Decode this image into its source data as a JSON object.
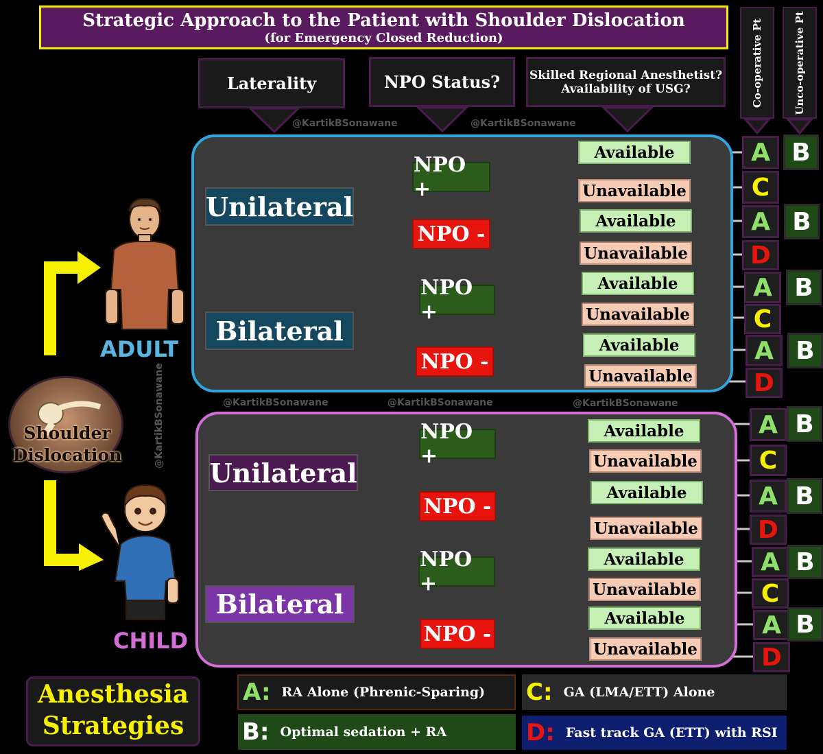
{
  "title": "Strategic Approach to the Patient with Shoulder Dislocation",
  "subtitle": "(for Emergency Closed Reduction)",
  "headers": {
    "laterality": "Laterality",
    "npo": "NPO Status?",
    "regional_line1": "Skilled Regional Anesthetist?",
    "regional_line2": "Availability of USG?",
    "cooperative": "Co-operative Pt",
    "uncooperative": "Unco-operative Pt"
  },
  "watermark": "@KartikBSonawane",
  "center_label_line1": "Shoulder",
  "center_label_line2": "Dislocation",
  "adult_label": "ADULT",
  "child_label": "CHILD",
  "adult": {
    "unilateral": "Unilateral",
    "bilateral": "Bilateral",
    "npo_plus": "NPO +",
    "npo_minus": "NPO -",
    "available": "Available",
    "unavailable": "Unavailable"
  },
  "child": {
    "unilateral": "Unilateral",
    "bilateral": "Bilateral",
    "npo_plus": "NPO +",
    "npo_minus": "NPO -",
    "available": "Available",
    "unavailable": "Unavailable"
  },
  "outcome_letters": {
    "A": "A",
    "B": "B",
    "C": "C",
    "D": "D"
  },
  "legend": {
    "title_line1": "Anesthesia",
    "title_line2": "Strategies",
    "A_key": "A:",
    "A_text": "RA Alone (Phrenic-Sparing)",
    "B_key": "B:",
    "B_text": "Optimal sedation + RA",
    "C_key": "C:",
    "C_text": "GA (LMA/ETT) Alone",
    "D_key": "D:",
    "D_text": "Fast track GA (ETT)  with RSI"
  },
  "colors": {
    "title_bg": "#5a1a60",
    "title_border": "#f7f000",
    "adult_border": "#2fa7dc",
    "child_border": "#d36ed6",
    "npo_plus": "#2b5c1c",
    "npo_minus": "#e8140e",
    "available": "#c5efb4",
    "unavailable": "#f6cbb4",
    "letter_A": "#8fe06a",
    "letter_C": "#f7f000",
    "letter_D": "#e8140e",
    "arrow_yellow": "#f7f000"
  }
}
